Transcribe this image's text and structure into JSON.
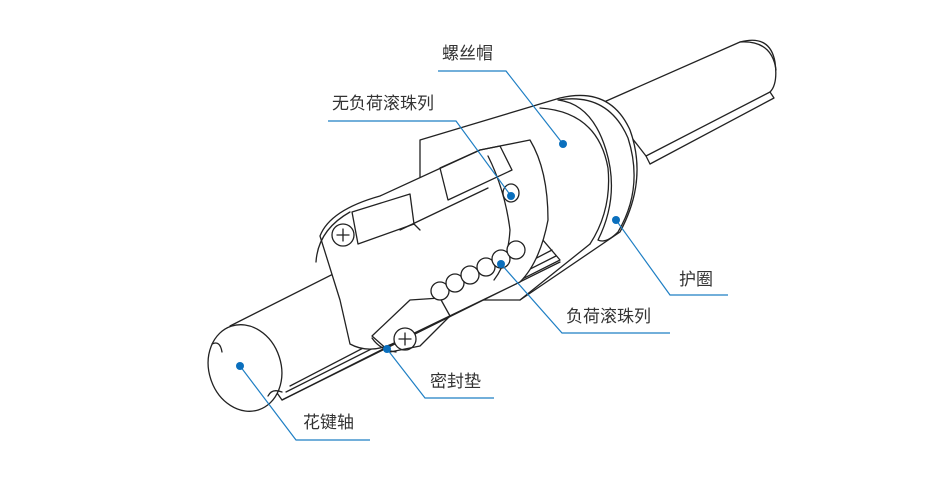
{
  "diagram": {
    "subject": "ball spline assembly",
    "accent_color": "#1f7fc4",
    "dot_color": "#0a6fbd",
    "labels": [
      {
        "id": "nut",
        "text": "螺丝帽"
      },
      {
        "id": "no-load-balls",
        "text": "无负荷滚珠列"
      },
      {
        "id": "retainer",
        "text": "护圈"
      },
      {
        "id": "load-balls",
        "text": "负荷滚珠列"
      },
      {
        "id": "seal",
        "text": "密封垫"
      },
      {
        "id": "spline-shaft",
        "text": "花键轴"
      }
    ]
  }
}
